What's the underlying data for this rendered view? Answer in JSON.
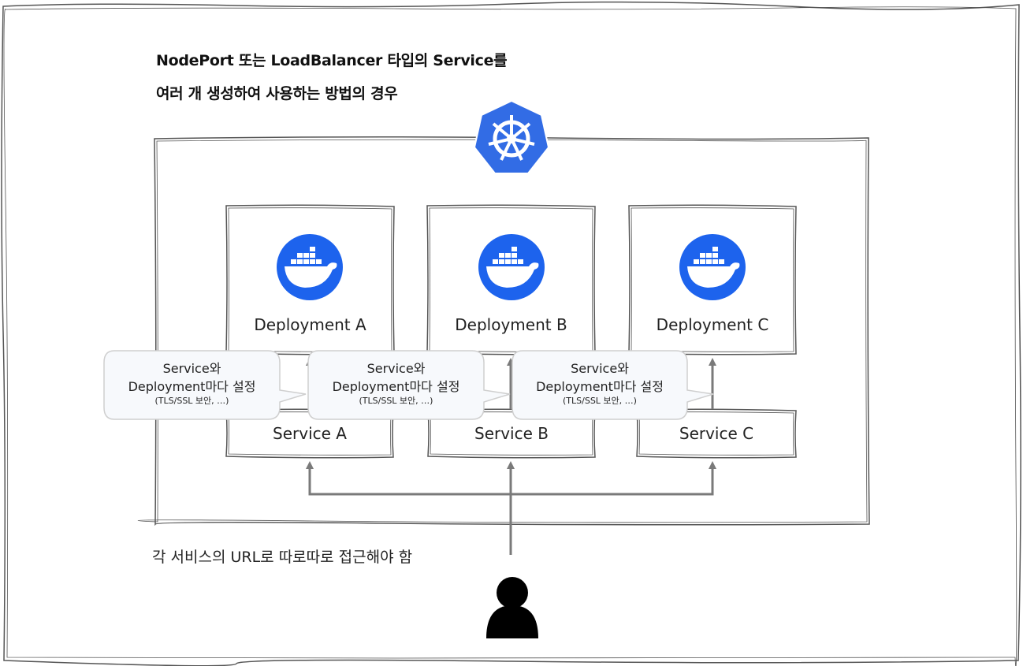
{
  "header": {
    "title_line1": "NodePort 또는 LoadBalancer 타입의 Service를",
    "title_line2": "여러 개 생성하여 사용하는 방법의 경우"
  },
  "icons": {
    "cluster": "kubernetes-helm-icon",
    "deployment": "docker-whale-icon",
    "user": "user-icon"
  },
  "colors": {
    "kubernetes_blue": "#326CE5",
    "docker_blue": "#1D63ED",
    "arrow_gray": "#7A7A7A",
    "callout_fill": "#F7F9FC",
    "callout_border": "#CFCFCF"
  },
  "deployments": [
    {
      "label": "Deployment A"
    },
    {
      "label": "Deployment B"
    },
    {
      "label": "Deployment C"
    }
  ],
  "services": [
    {
      "label": "Service A"
    },
    {
      "label": "Service B"
    },
    {
      "label": "Service C"
    }
  ],
  "callouts": [
    {
      "line1": "Service와",
      "line2": "Deployment마다 설정",
      "line3": "(TLS/SSL 보안, …)"
    },
    {
      "line1": "Service와",
      "line2": "Deployment마다 설정",
      "line3": "(TLS/SSL 보안, …)"
    },
    {
      "line1": "Service와",
      "line2": "Deployment마다 설정",
      "line3": "(TLS/SSL 보안, …)"
    }
  ],
  "footer": {
    "note": "각 서비스의 URL로 따로따로 접근해야 함"
  }
}
